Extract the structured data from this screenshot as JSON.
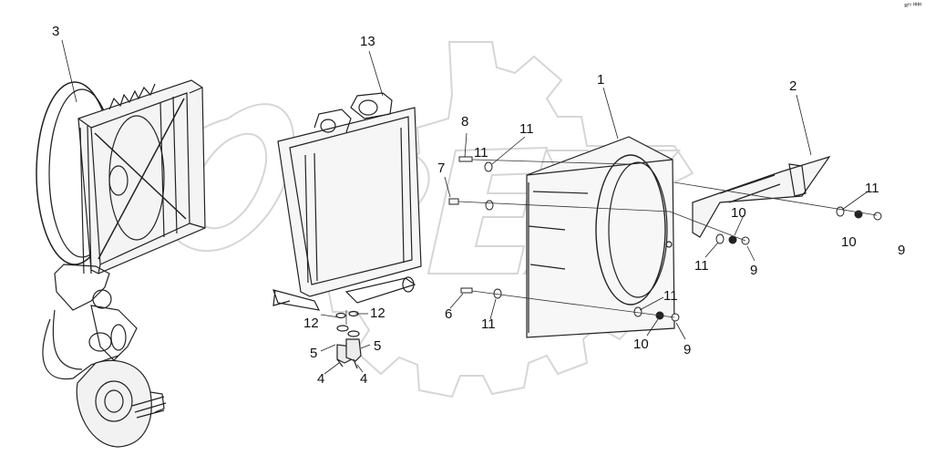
{
  "corner_mark": "ʀᵐ ᴴᴴᴴ",
  "watermark": {
    "text": "OPEX",
    "gear_color": "#cfcfcf",
    "letter_color": "#cfcfcf"
  },
  "callouts": {
    "c1": "1",
    "c2": "2",
    "c3": "3",
    "c4a": "4",
    "c4b": "4",
    "c5a": "5",
    "c5b": "5",
    "c6": "6",
    "c7": "7",
    "c8": "8",
    "c9a": "9",
    "c9b": "9",
    "c9c": "9",
    "c10a": "10",
    "c10b": "10",
    "c10c": "10",
    "c11a": "11",
    "c11b": "11",
    "c11c": "11",
    "c11d": "11",
    "c11e": "11",
    "c11f": "11",
    "c12a": "12",
    "c12b": "12",
    "c13": "13"
  }
}
